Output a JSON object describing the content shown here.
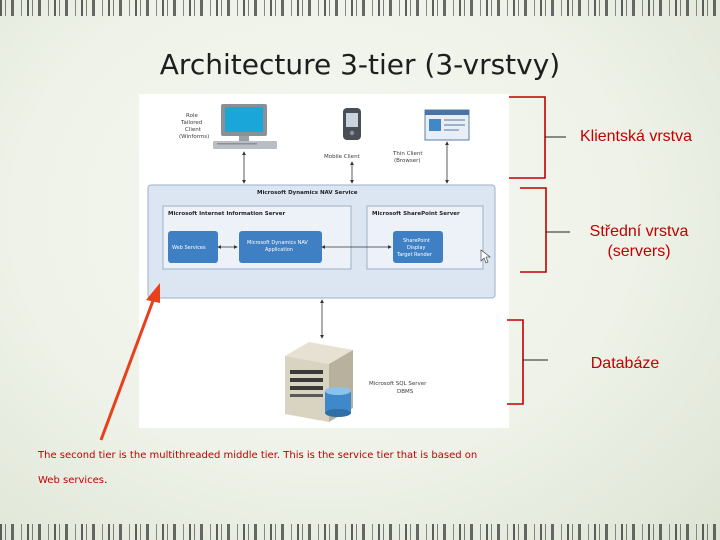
{
  "slide": {
    "title": "Architecture 3-tier (3-vrstvy)",
    "caption_line1": "The second tier is the multithreaded middle tier. This is the service tier that is based on",
    "caption_line2": "Web services",
    "caption_dot": "."
  },
  "tiers": {
    "client": "Klientská vrstva",
    "middle_line1": "Střední vrstva",
    "middle_line2": "(servers)",
    "database": "Databáze"
  },
  "diagram": {
    "role_client_1": "Role",
    "role_client_2": "Tailored",
    "role_client_3": "Client",
    "role_client_4": "(Winforms)",
    "mobile_client": "Mobile Client",
    "thin_client_1": "Thin Client",
    "thin_client_2": "(Browser)",
    "nav_service": "Microsoft Dynamics NAV Service",
    "iis": "Microsoft Internet Information Server",
    "sharepoint_server": "Microsoft SharePoint  Server",
    "web_services": "Web Services",
    "nav_app_1": "Microsoft Dynamics NAV",
    "nav_app_2": "Application",
    "sp_display_1": "SharePoint",
    "sp_display_2": "Display",
    "sp_display_3": "Target Render",
    "sql_1": "Microsoft SQL Server",
    "sql_2": "DBMS"
  },
  "colors": {
    "accent_red": "#c00000",
    "arrow_orange": "#e8401c",
    "box_blue": "#3f7fc4"
  }
}
